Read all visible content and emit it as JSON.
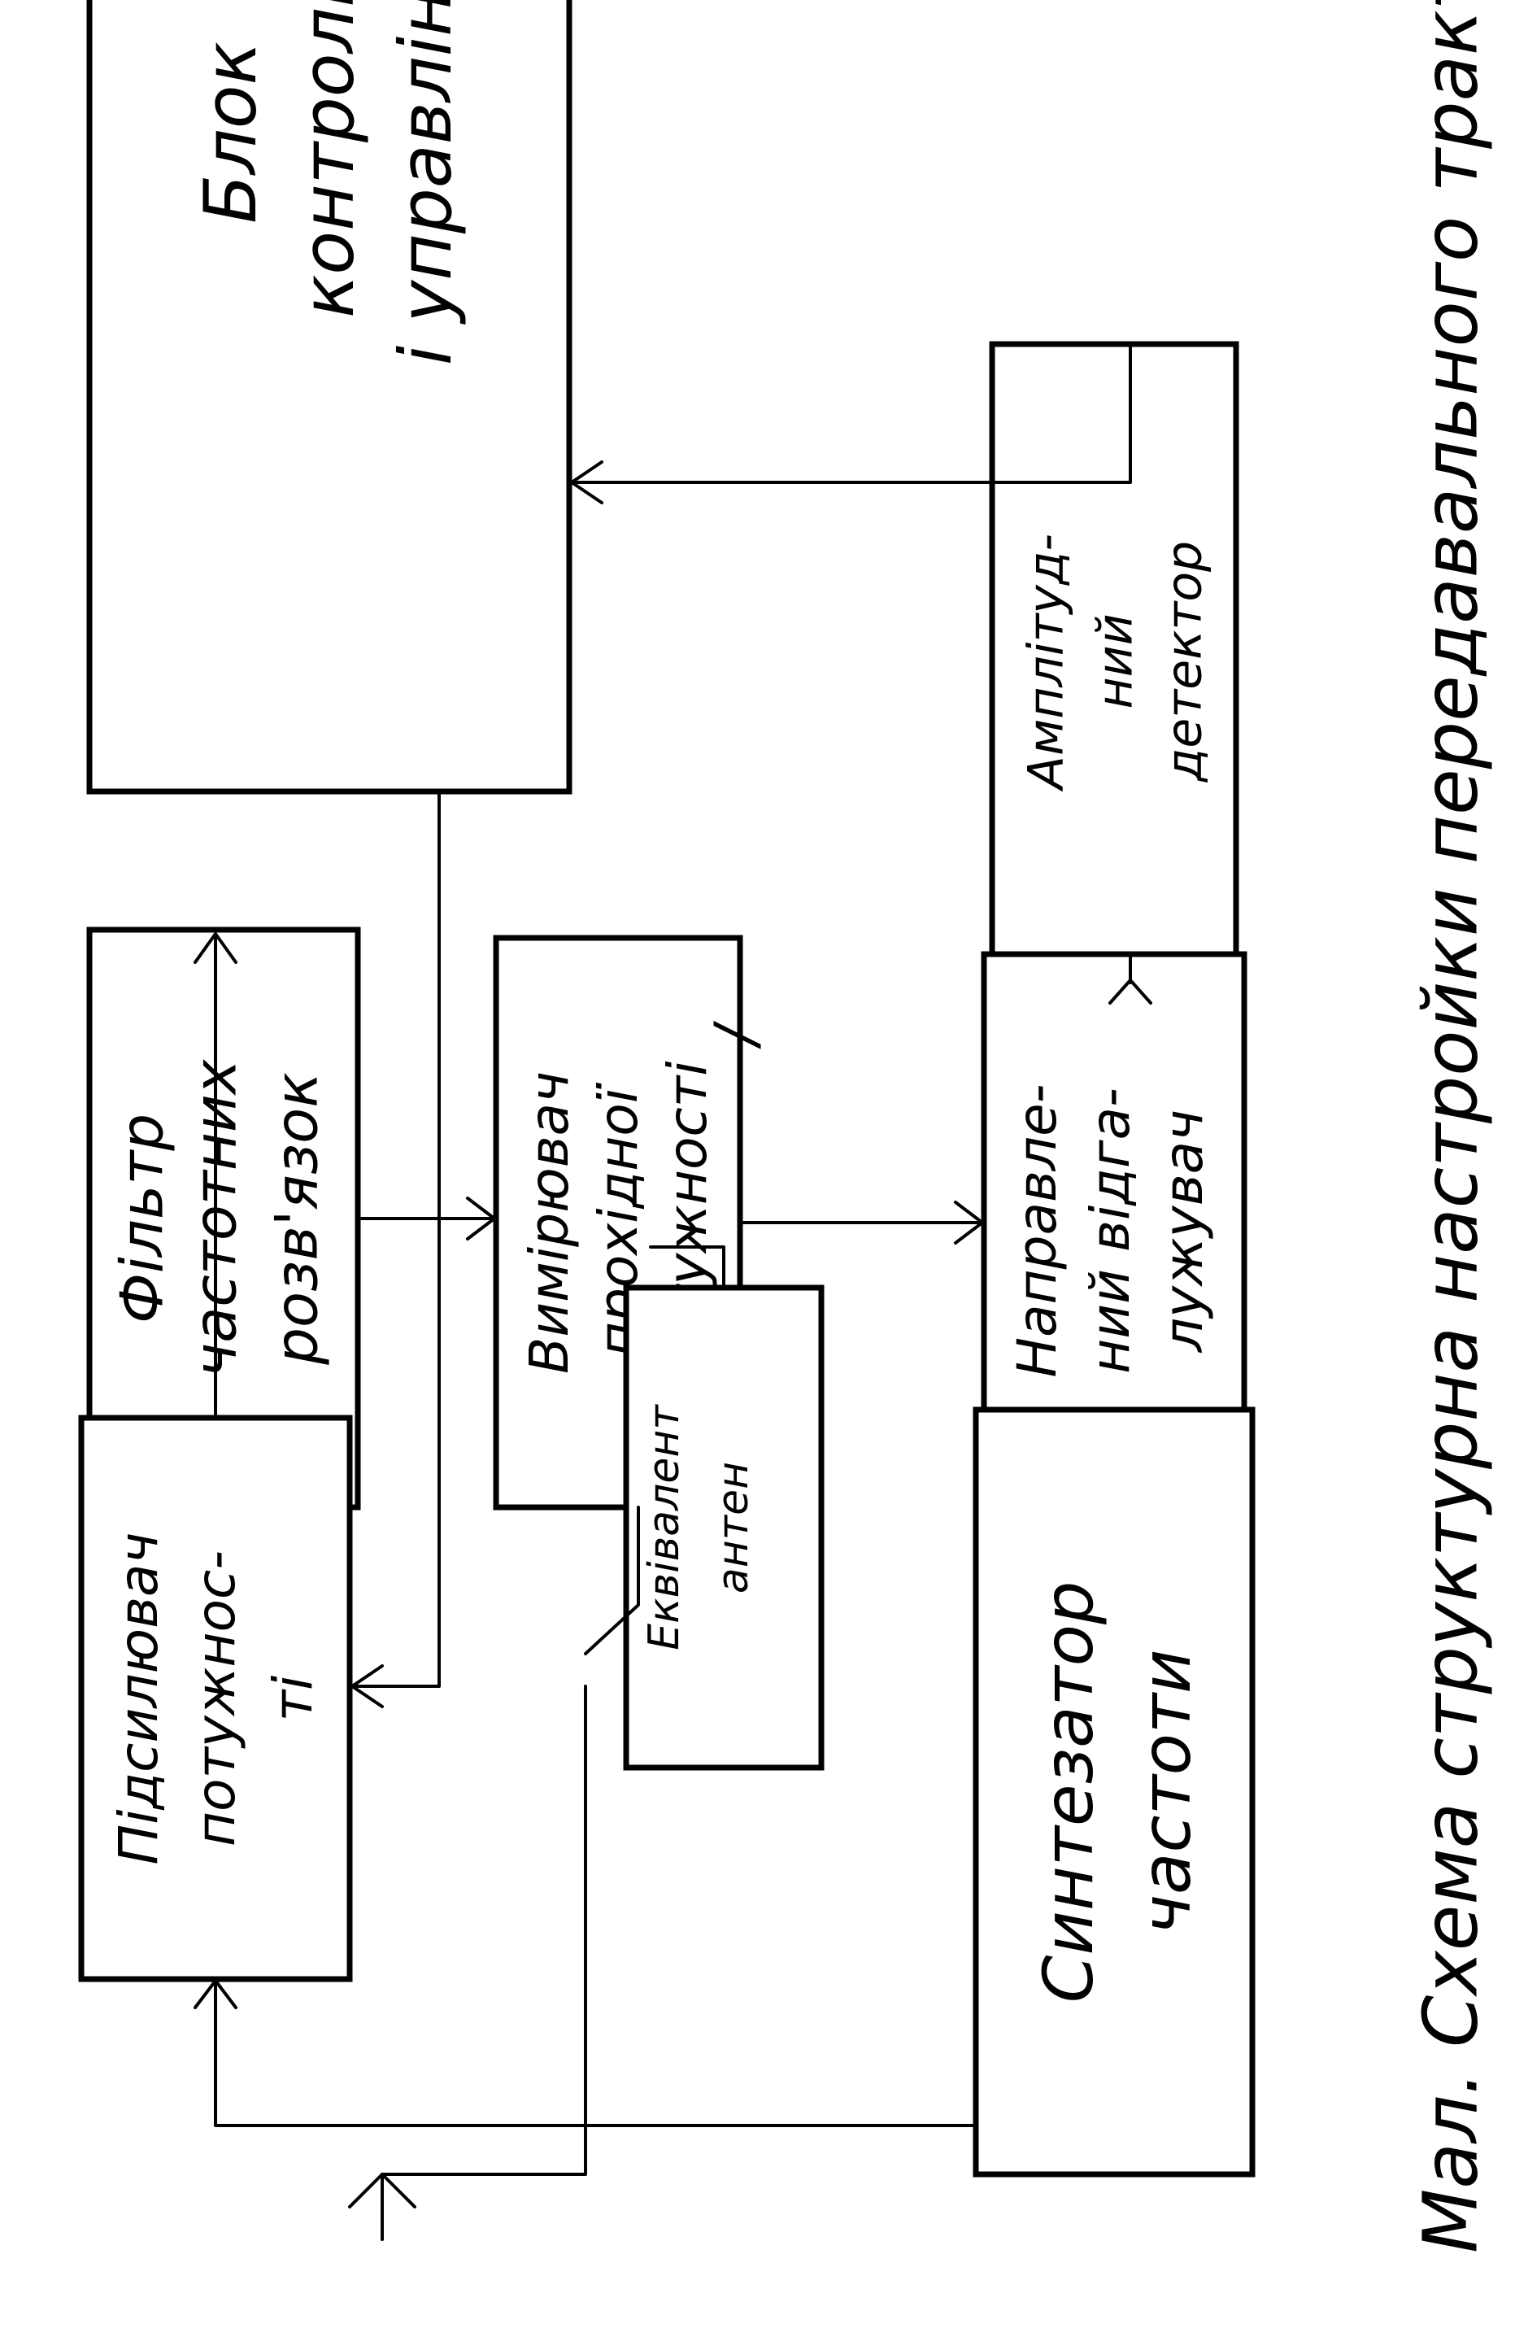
{
  "diagram": {
    "caption": "Мал.   Схема   структурна  настройки  передавального  тракту.",
    "stray_mark": "/",
    "blocks": {
      "control": {
        "lines": [
          "Блок",
          "контролю",
          "і управління"
        ]
      },
      "amp_detector": {
        "lines": [
          "Амплітуд-",
          "ний",
          "детектор"
        ]
      },
      "filter": {
        "lines": [
          "Фільтр",
          "частотних",
          "розв'язок"
        ]
      },
      "meter": {
        "lines": [
          "Вимірювач",
          "прохідної",
          "потужності"
        ]
      },
      "coupler": {
        "lines": [
          "Направле-",
          "ний відга-",
          "лужувач"
        ]
      },
      "amplifier": {
        "lines": [
          "Підсилювач",
          "потужнос-",
          "ті"
        ]
      },
      "dummy_load": {
        "lines": [
          "Еквівалент",
          "антен"
        ]
      },
      "synthesizer": {
        "lines": [
          "Синтезатор",
          "частоти"
        ]
      }
    }
  },
  "colors": {
    "ink": "#000000",
    "paper": "#ffffff"
  }
}
